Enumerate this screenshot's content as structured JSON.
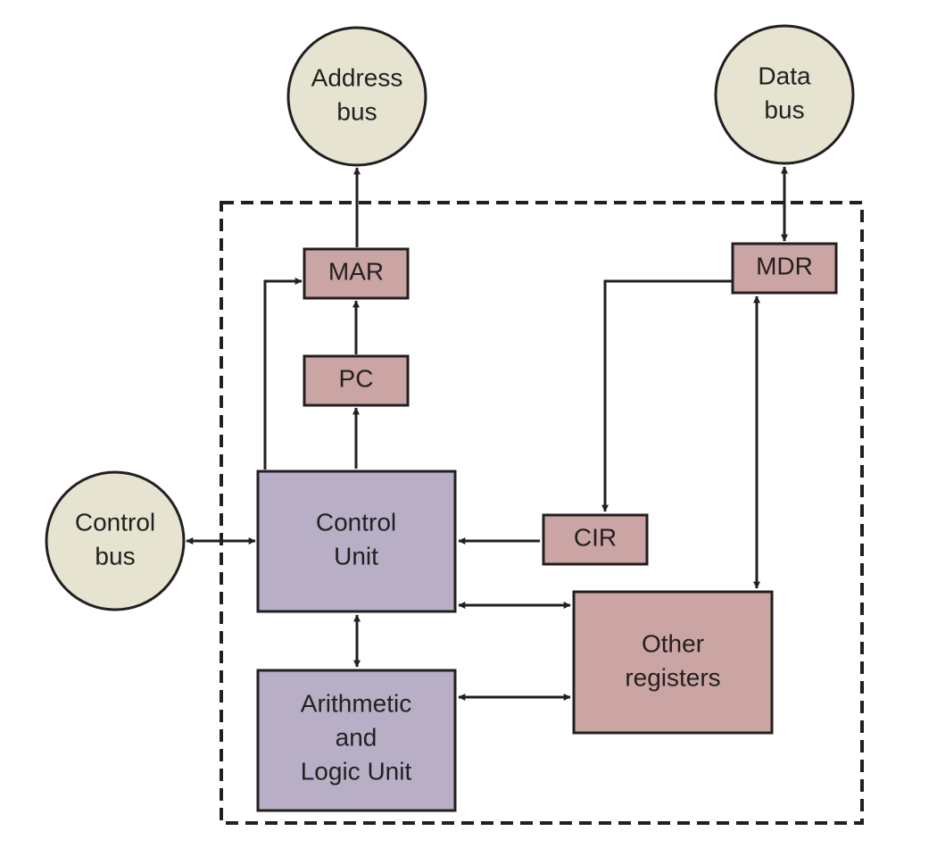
{
  "colors": {
    "bus_fill": "#e6e3d1",
    "register_fill": "#cba5a3",
    "unit_fill": "#b8afc6",
    "line": "#231f20"
  },
  "nodes": {
    "address_bus": [
      "Address",
      "bus"
    ],
    "data_bus": [
      "Data",
      "bus"
    ],
    "control_bus": [
      "Control",
      "bus"
    ],
    "mar": [
      "MAR"
    ],
    "mdr": [
      "MDR"
    ],
    "pc": [
      "PC"
    ],
    "cir": [
      "CIR"
    ],
    "control_unit": [
      "Control",
      "Unit"
    ],
    "other_registers": [
      "Other",
      "registers"
    ],
    "alu": [
      "Arithmetic",
      "and",
      "Logic Unit"
    ]
  }
}
